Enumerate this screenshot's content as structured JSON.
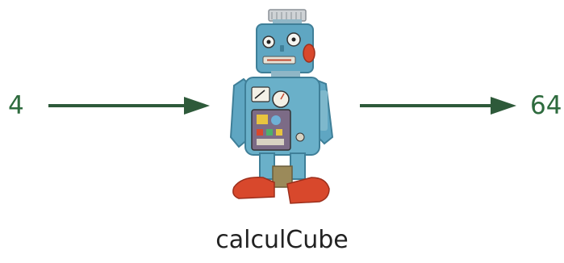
{
  "diagram": {
    "input": "4",
    "output": "64",
    "function_name": "calculCube",
    "arrow_color": "#2e5a3a",
    "robot": "tin-toy-robot"
  }
}
